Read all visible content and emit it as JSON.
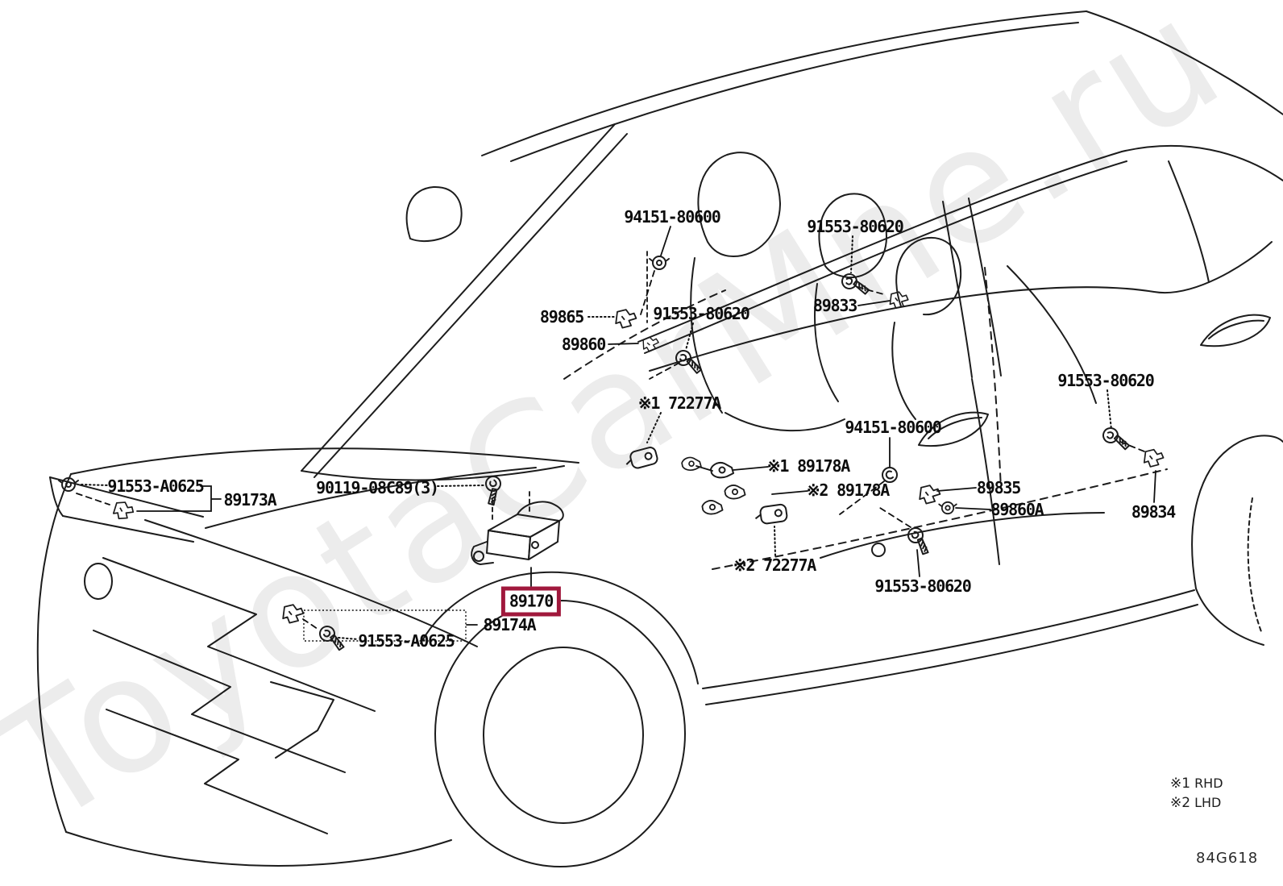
{
  "watermark": "ToyotaCarMne.ru",
  "footer": {
    "drawing_code": "84G618"
  },
  "legend": {
    "item1": {
      "symbol": "※1",
      "label": "RHD"
    },
    "item2": {
      "symbol": "※2",
      "label": "LHD"
    }
  },
  "highlight": {
    "part": "89170",
    "box_color": "#a0183c"
  },
  "labels": {
    "p94151_80600_a": "94151-80600",
    "p91553_80620_a": "91553-80620",
    "p89865": "89865",
    "p91553_80620_b": "91553-80620",
    "p89833": "89833",
    "p89860": "89860",
    "p72277a_1": "※1 72277A",
    "p94151_80600_b": "94151-80600",
    "p89178a_1": "※1 89178A",
    "p89178a_2": "※2 89178A",
    "p89835": "89835",
    "p89860a": "89860A",
    "p91553_80620_c": "91553-80620",
    "p89834": "89834",
    "p72277a_2": "※2 72277A",
    "p91553_80620_d": "91553-80620",
    "p91553_a0625_a": "91553-A0625",
    "p89173a": "89173A",
    "p90119_08c89": "90119-08C89(3)",
    "p89174a": "89174A",
    "p91553_a0625_b": "91553-A0625",
    "p89170": "89170"
  }
}
